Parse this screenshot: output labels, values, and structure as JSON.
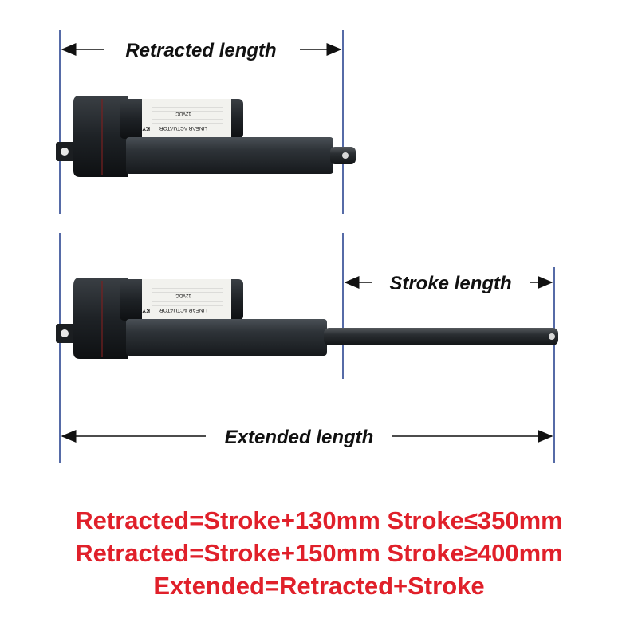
{
  "labels": {
    "retracted": "Retracted length",
    "stroke": "Stroke length",
    "extended": "Extended length"
  },
  "formulas": [
    "Retracted=Stroke+130mm Stroke≤350mm",
    "Retracted=Stroke+150mm Stroke≥400mm",
    "Extended=Retracted+Stroke"
  ],
  "actuator_label_text": [
    "KY",
    "LINEAR ACTUATOR",
    "12VDC"
  ],
  "colors": {
    "formula_text": "#e0202a",
    "guide_lines": "#1f3a8a",
    "actuator_body": "#2b2f33"
  }
}
